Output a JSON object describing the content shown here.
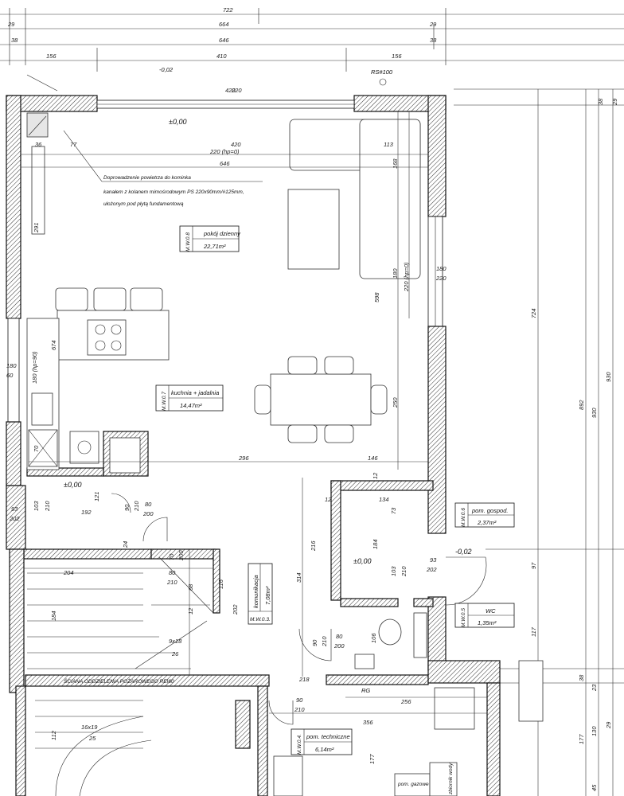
{
  "top_dims": {
    "d722": "722",
    "d29l": "29",
    "d664": "664",
    "d29r": "29",
    "d38l": "38",
    "d646": "646",
    "d38r": "38",
    "d156l": "156",
    "d410": "410",
    "d156r": "156"
  },
  "right_dims": {
    "d38": "38",
    "d29": "29",
    "d724": "724",
    "d892": "892",
    "d930a": "930",
    "d930b": "930",
    "d97": "97",
    "d117": "117",
    "d38b": "38",
    "d23": "23",
    "d177": "177",
    "d130": "130",
    "d45": "45",
    "d29b": "29"
  },
  "levels": {
    "top": "-0,02",
    "living": "±0,00",
    "hall": "±0,00",
    "storage": "±0,00",
    "right": "-0,02"
  },
  "section_mark": "RS#100",
  "note": {
    "line1": "Doprowadzenie powietrza do kominka",
    "line2": "kanałem z kolanem mimośrodowym PS 220x90mm/#125mm,",
    "line3": "ułożonym pod płytą fundamentową"
  },
  "rooms": {
    "living": {
      "code": "M.W.0.8",
      "name": "pokój dzienny",
      "area": "22,71m²"
    },
    "kitchen": {
      "code": "M.W.0.7",
      "name": "kuchnia + jadalnia",
      "area": "14,47m²"
    },
    "pantry": {
      "code": "M.W.0.6",
      "name": "pom. gospod.",
      "area": "2,37m²"
    },
    "wc": {
      "code": "M.W.0.5",
      "name": "WC",
      "area": "1,35m²"
    },
    "comm": {
      "code": "M.W.0.3.",
      "name": "komunikacja",
      "area": "7,08m²"
    },
    "tech": {
      "code": "M.W.0.4.",
      "name": "pom. techniczne",
      "area": "6,14m²"
    }
  },
  "dims": {
    "d420a": "420",
    "d220a": "220",
    "d420b": "420",
    "d220hp": "220 (hp=0)",
    "d646": "646",
    "d36": "36",
    "d77": "77",
    "d113": "113",
    "d168": "168",
    "d291": "291",
    "d180a": "180",
    "d220b": "220",
    "d180b": "180",
    "d220hp2": "220 (hp=0)",
    "d598": "598",
    "d674": "674",
    "d180c": "180",
    "d60": "60",
    "d190": "180 (hp=90)",
    "d70": "70",
    "d250": "250",
    "d296": "296",
    "d146": "146",
    "d12a": "12",
    "d12b": "12",
    "d134": "134",
    "d73": "73",
    "d184": "184",
    "d103a": "103",
    "d210a": "210",
    "d93": "93",
    "d202": "202",
    "d103b": "103",
    "d210b": "210",
    "d192": "192",
    "d121": "121",
    "d90a": "90",
    "d210c": "210",
    "d80a": "80",
    "d200a": "200",
    "d24": "24",
    "d70b": "70",
    "d200b": "200",
    "d80b": "80",
    "d210d": "210",
    "d68": "68",
    "d12c": "12",
    "d116": "116",
    "d204": "204",
    "d184b": "184",
    "d202b": "202",
    "d314": "314",
    "d216": "216",
    "d103c": "103",
    "d210e": "210",
    "d93b": "93",
    "d202c": "202",
    "d106": "106",
    "d90b": "90",
    "d210f": "210",
    "d80c": "80",
    "d200c": "200",
    "d9x18": "9x18",
    "d26": "26",
    "d90c": "90",
    "d210g": "210",
    "d256": "256",
    "d356": "356",
    "d112": "112",
    "d16x19": "16x19",
    "d25": "25",
    "d177b": "177",
    "d218": "218",
    "rg": "RG"
  },
  "wall_label": "ŚCIANA ODDZIELENIA POŻAROWEGO REI60",
  "small_labels": {
    "heat": "pom. gazowe",
    "tank": "zbiornik wody"
  }
}
